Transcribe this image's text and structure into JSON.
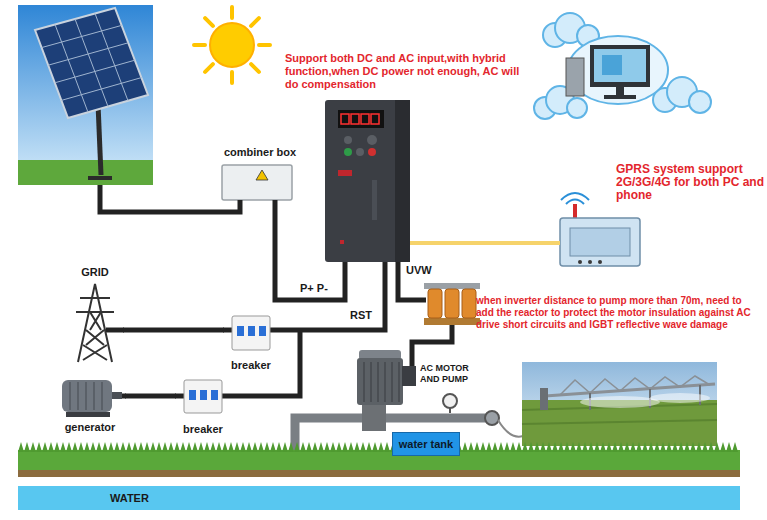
{
  "diagram": {
    "nodes": [
      {
        "text": [
          "combiner box"
        ]
      },
      {
        "text": [
          "GRID"
        ]
      },
      {
        "text": [
          "breaker"
        ]
      },
      {
        "text": [
          "generator"
        ]
      },
      {
        "text": [
          "breaker"
        ]
      },
      {
        "text": [
          "AC MOTOR AND PUMP"
        ]
      },
      {
        "text": [
          "water tank"
        ]
      },
      {
        "text": [
          "WATER"
        ]
      }
    ],
    "edges": [
      {
        "from": 1,
        "to": 2,
        "arrow": "none"
      },
      {
        "from": 3,
        "to": 4,
        "arrow": "none"
      }
    ],
    "labels": [
      "Support both DC and AC input,with hybrid function,when DC power not enough, AC will do compensation",
      "GPRS system support 2G/3G/4G for both PC and phone",
      "UVW",
      "P+ P-",
      "RST",
      "when inverter distance to pump more than 70m, need to add the reactor to protect the motor insulation against AC drive short circuits and IGBT reflective wave damage"
    ]
  }
}
